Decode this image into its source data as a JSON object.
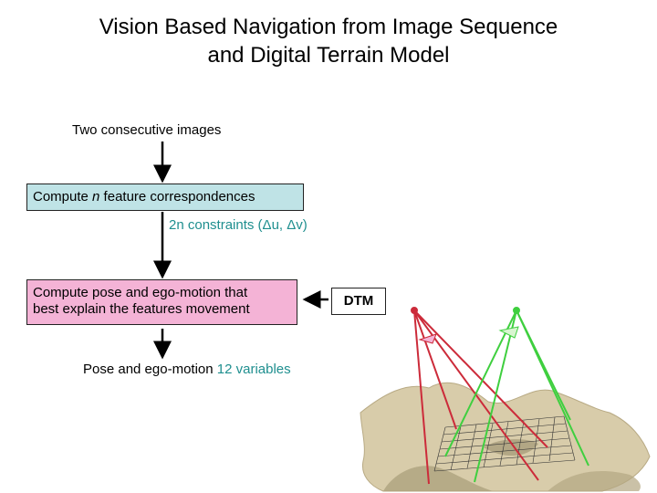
{
  "title": {
    "line1": "Vision Based Navigation from Image Sequence",
    "line2": "and Digital Terrain Model"
  },
  "flow": {
    "input_label": "Two consecutive images",
    "step1": {
      "prefix": "Compute ",
      "var": "n",
      "suffix": " feature correspondences",
      "fill": "#bfe3e6"
    },
    "constraints": {
      "text": "2n constraints (Δu, Δv)"
    },
    "step2": {
      "line1": "Compute pose and ego-motion that",
      "line2": "best explain the features movement",
      "fill": "#f4b3d6"
    },
    "output": {
      "prefix": "Pose and ego-motion ",
      "highlight": "12 variables"
    },
    "dtm_label": "DTM"
  },
  "colors": {
    "accent_teal": "#1f8f8f",
    "camera_red": "#cc2b3a",
    "camera_green": "#3fcf3f",
    "terrain": "#d8ccaa"
  }
}
